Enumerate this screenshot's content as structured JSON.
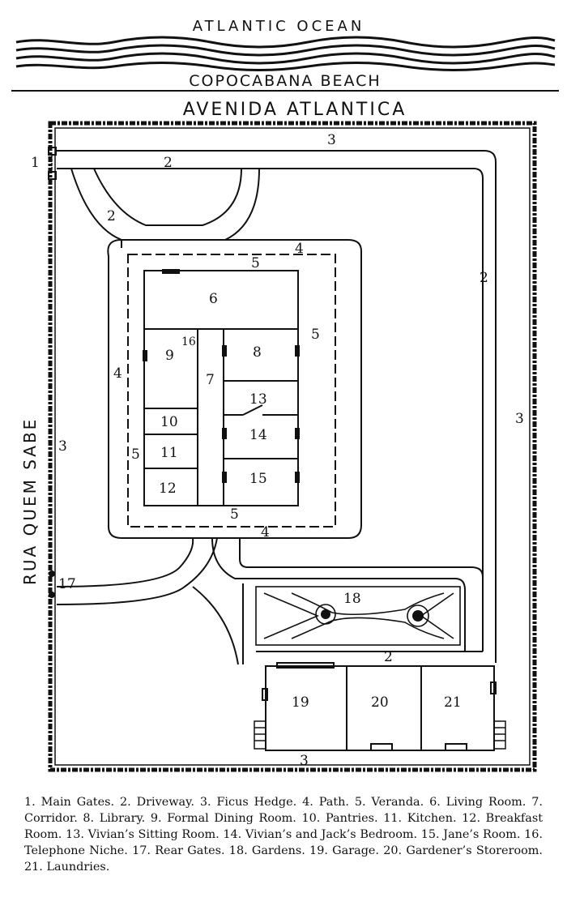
{
  "header": {
    "ocean": "ATLANTIC OCEAN",
    "beach": "COPOCABANA BEACH",
    "avenue": "AVENIDA ATLANTICA",
    "side_street": "RUA QUEM SABE"
  },
  "labels": {
    "main_gates": "1",
    "driveway": "2",
    "ficus_hedge": "3",
    "path": "4",
    "veranda": "5",
    "living_room": "6",
    "corridor": "7",
    "library": "8",
    "formal_dining_room": "9",
    "pantries": "10",
    "kitchen": "11",
    "breakfast_room": "12",
    "vivians_sitting_room": "13",
    "bedroom": "14",
    "janes_room": "15",
    "telephone_niche": "16",
    "rear_gates": "17",
    "gardens": "18",
    "garage": "19",
    "storeroom": "20",
    "laundries": "21"
  },
  "legend": "1. Main Gates. 2. Driveway. 3. Ficus Hedge. 4. Path. 5. Veranda. 6. Living Room. 7. Corridor. 8. Library. 9. Formal Dining Room. 10. Pantries. 11. Kitchen. 12. Breakfast Room. 13. Vivian’s Sitting Room. 14. Vivian’s and Jack’s Bedroom. 15. Jane’s Room. 16. Telephone Niche. 17. Rear Gates. 18. Gardens. 19. Garage. 20. Gardener’s Storeroom. 21. Laundries."
}
